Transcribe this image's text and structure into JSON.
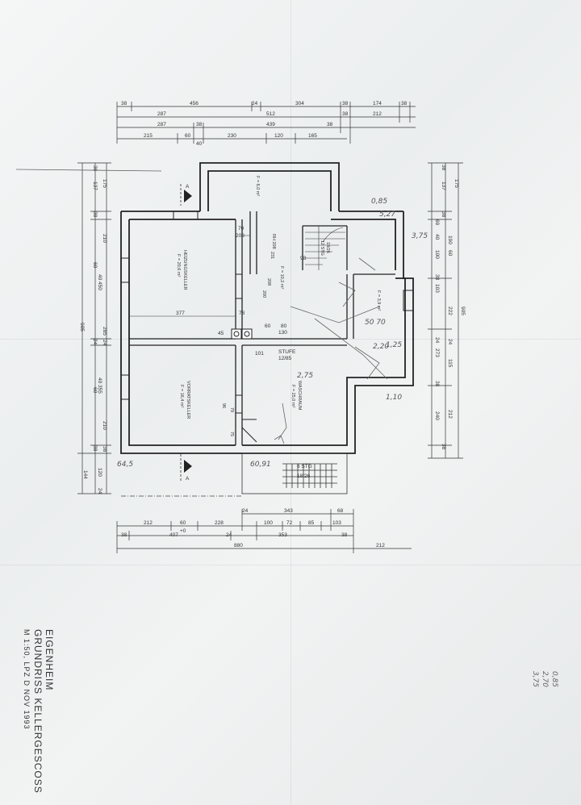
{
  "title_block": {
    "line1": "EIGENHEIM",
    "line2": "GRUNDRISS  KELLERGESCOSS",
    "line3": "M 1:50,   LPZ  D  NOV 1993"
  },
  "rooms": {
    "heizung": {
      "name": "HEIZUNGSKELLER",
      "area": "F = 20,6 m²"
    },
    "vorrat": {
      "name": "VORRATSKELLER",
      "area": "F = 16,4 m²"
    },
    "waschraum": {
      "name": "WASCHRAUM",
      "area": "F = 25,0 m²"
    },
    "flur": {
      "area": "F = 10,2 m²"
    },
    "small_top": {
      "area": "F = 6,0 m²"
    },
    "small_right": {
      "area": "F = 3,9 m²"
    }
  },
  "labels": {
    "stufe": "STUFE",
    "stufe_dim": "12/85",
    "stair_bottom": "6 STG",
    "stair_bottom_dim": "18/26",
    "stair_top": "12 STG",
    "stair_top_dim": "18/26",
    "section_a_top": "A",
    "section_a_bottom": "A",
    "rh": "RH 208"
  },
  "top_dims": {
    "row1": [
      "38",
      "456",
      "24",
      "304",
      "38",
      "174",
      "38"
    ],
    "row2": [
      "287",
      "512",
      "38",
      "212"
    ],
    "row3": [
      "287",
      "38",
      "439",
      "38"
    ],
    "row4": [
      "215",
      "60",
      "40",
      "230",
      "120",
      "165"
    ]
  },
  "bottom_dims": {
    "row1": [
      "24",
      "343",
      "68"
    ],
    "row2": [
      "212",
      "60",
      "+0",
      "228",
      "100",
      "72",
      "85",
      "103"
    ],
    "row3": [
      "38",
      "407",
      "24",
      "353",
      "38"
    ],
    "row4": [
      "880",
      "212"
    ]
  },
  "left_dims": {
    "outer": "905",
    "col2": [
      "175",
      "210",
      "40 450",
      "285",
      "24",
      "40 355",
      "210",
      "38",
      "120",
      "24"
    ],
    "col1": [
      "38",
      "137",
      "38",
      "60",
      "24",
      "60",
      "38",
      "144"
    ]
  },
  "right_dims": {
    "outer": "905",
    "col1": [
      "38",
      "137",
      "38",
      "69",
      "40",
      "100",
      "38",
      "103",
      "24",
      "273",
      "38",
      "240",
      "38"
    ],
    "col2": [
      "175",
      "190",
      "60",
      "222",
      "115",
      "212",
      "24"
    ]
  },
  "inner_dims": [
    "70",
    "208",
    "377",
    "78",
    "45",
    "60",
    "80",
    "130",
    "101",
    "231",
    "208",
    "200",
    "86",
    "98",
    "96",
    "79",
    "75",
    "98",
    "71"
  ],
  "handwritten": [
    "0,85",
    "5,27",
    "3,75",
    "2,75",
    "2,20",
    "1,25",
    "50 70",
    "1,10",
    "64,5",
    "60,91",
    "0,85",
    "2,70",
    "3,75"
  ]
}
